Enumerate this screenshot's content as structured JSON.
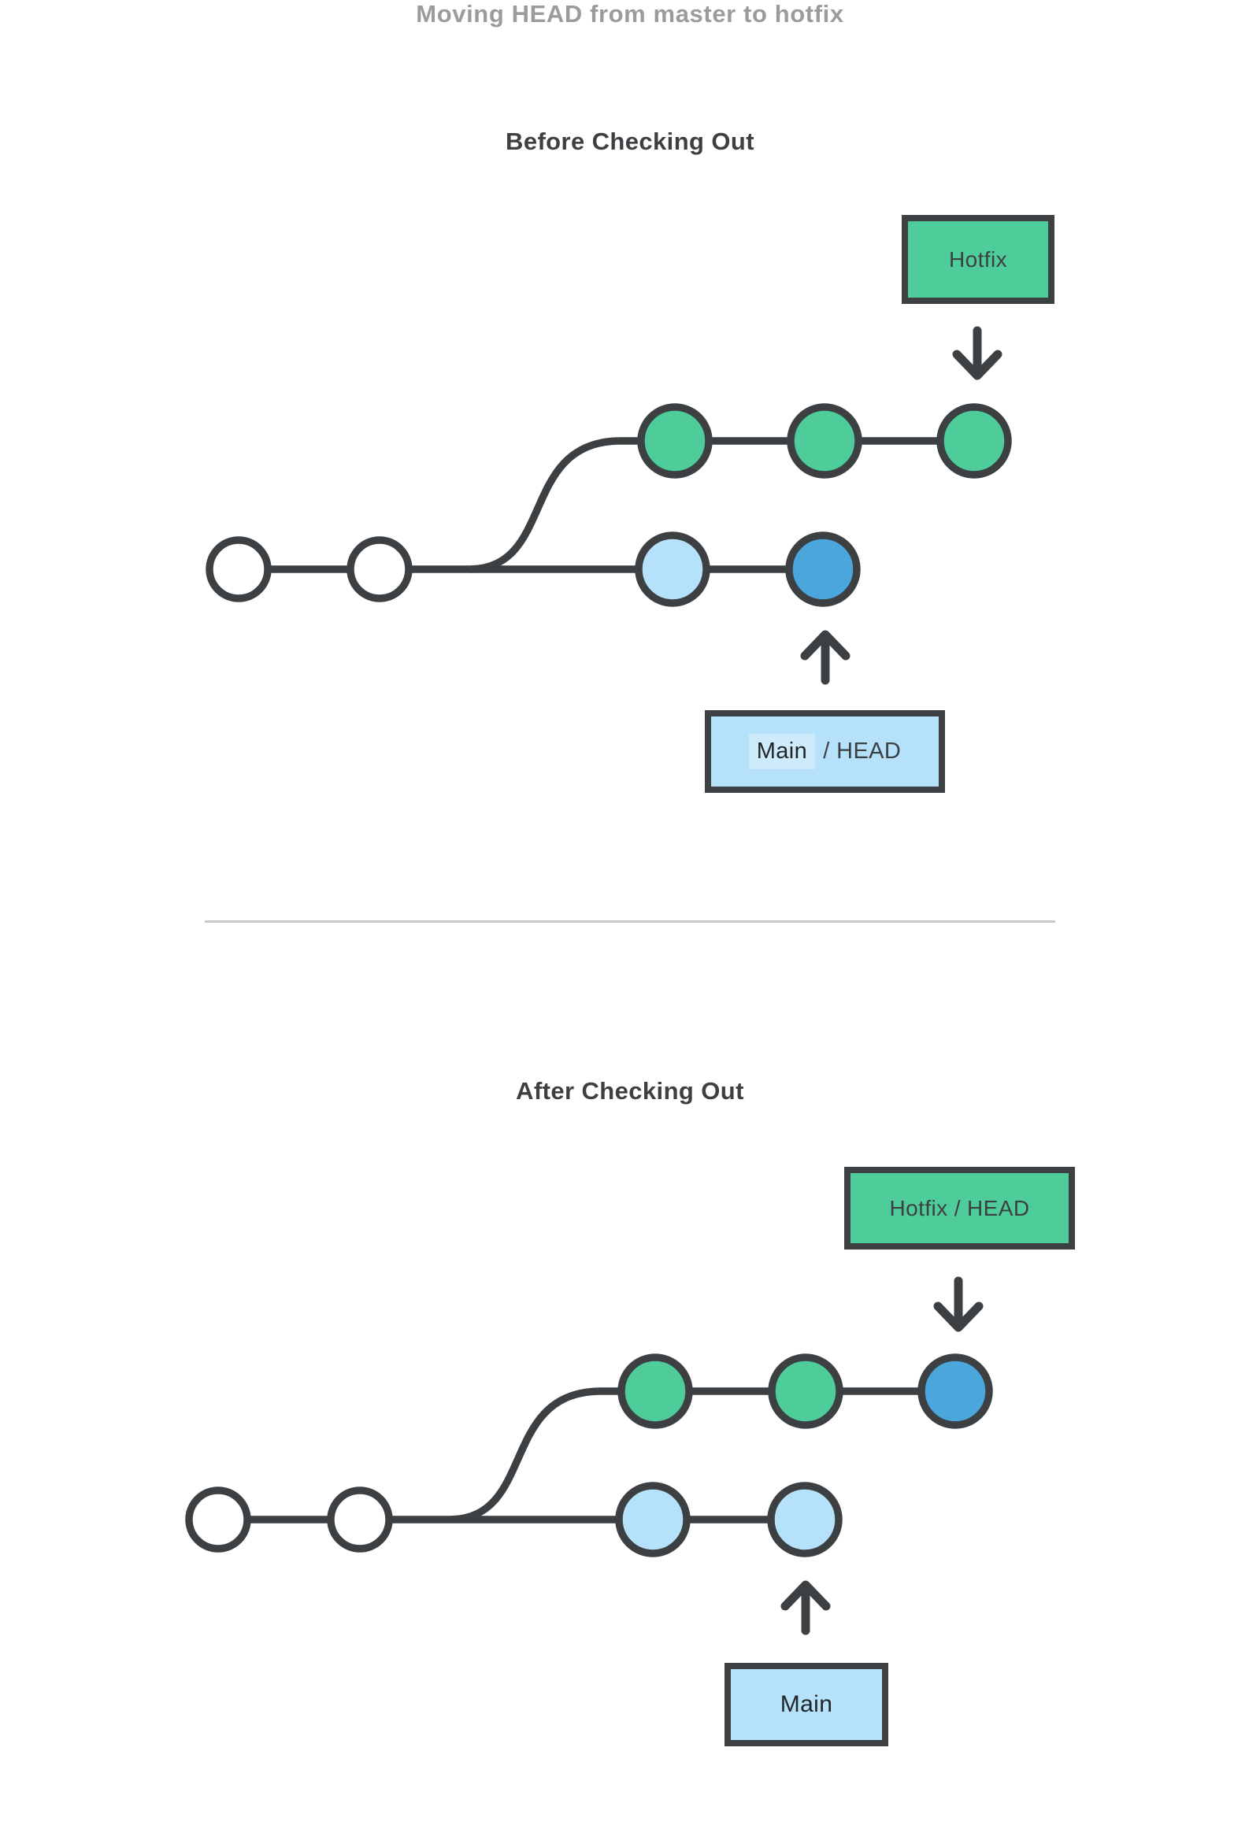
{
  "title": "Moving HEAD from master to hotfix",
  "colors": {
    "green": "#4ECD9B",
    "light_blue": "#B5E2FA",
    "blue": "#4BA6DC",
    "stroke": "#3D4043",
    "heading": "#3D4043",
    "title_gray": "#9B9B9B",
    "divider": "#C9C9C9",
    "white": "#FFFFFF"
  },
  "before": {
    "heading": "Before Checking Out",
    "hotfix_box_label": "Hotfix",
    "main_box_label": "Main",
    "main_box_suffix": "/ HEAD",
    "hotfix_branch_nodes": [
      "green",
      "green",
      "green"
    ],
    "main_branch_nodes": [
      "white",
      "white",
      "light_blue",
      "blue"
    ]
  },
  "after": {
    "heading": "After Checking Out",
    "hotfix_box_label": "Hotfix / HEAD",
    "main_box_label": "Main",
    "hotfix_branch_nodes": [
      "green",
      "green",
      "blue"
    ],
    "main_branch_nodes": [
      "white",
      "white",
      "light_blue",
      "light_blue"
    ]
  }
}
